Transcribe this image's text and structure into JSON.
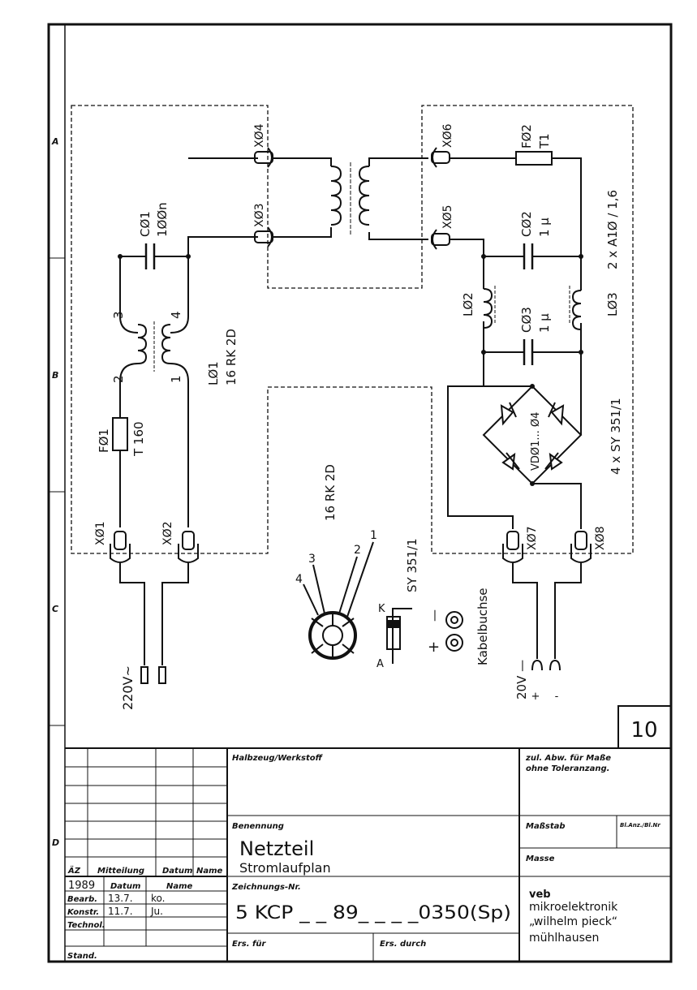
{
  "sheet": {
    "number": "10",
    "zone_letters": [
      "A",
      "B",
      "C",
      "D"
    ]
  },
  "schematic": {
    "left": {
      "c01_name": "CØ1",
      "c01_value": "1ØØn",
      "l01_name": "LØ1",
      "l01_type": "16 RK 2D",
      "pins": [
        "3",
        "4",
        "2",
        "1"
      ],
      "f01_name": "FØ1",
      "f01_value": "T 160",
      "x01": "XØ1",
      "x02": "XØ2",
      "x03": "XØ3",
      "x04": "XØ4",
      "supply": "220V~"
    },
    "right": {
      "x05": "XØ5",
      "x06": "XØ6",
      "f02_name": "FØ2",
      "f02_value": "T1",
      "wire_note": "2 x A1Ø / 1,6",
      "c02_name": "CØ2",
      "c02_value": "1 µ",
      "c03_name": "CØ3",
      "c03_value": "1 µ",
      "l02": "LØ2",
      "l03": "LØ3",
      "bridge_name": "VDØ1... Ø4",
      "bridge_type": "4 x SY 351/1",
      "x07": "XØ7",
      "x08": "XØ8",
      "output": "20V —",
      "plus": "+",
      "minus": "-"
    },
    "details": {
      "toroid_type": "16 RK 2D",
      "toroid_pins": [
        "4",
        "3",
        "2",
        "1"
      ],
      "diode_type": "SY 351/1",
      "diode_k": "K",
      "diode_a": "A",
      "socket_label": "Kabelbuchse",
      "socket_plus": "+",
      "socket_minus": "—"
    }
  },
  "title_block": {
    "halbzeug_label": "Halbzeug/Werkstoff",
    "tolerance_label_1": "zul. Abw. für Maße",
    "tolerance_label_2": "ohne Toleranzang.",
    "benennung_label": "Benennung",
    "title": "Netzteil",
    "subtitle": "Stromlaufplan",
    "massstab_label": "Maßstab",
    "blatt_label": "Bl.Anz./Bl.Nr",
    "masse_label": "Masse",
    "zeichnungs_label": "Zeichnungs-Nr.",
    "drawing_number": "5 KCP _ _ 89_ _ _ _0350(Sp)",
    "ers_fuer_label": "Ers. für",
    "ers_durch_label": "Ers. durch",
    "revision_headers": [
      "ÄZ",
      "Mitteilung",
      "Datum",
      "Name"
    ],
    "year": "1989",
    "datum_header": "Datum",
    "name_header": "Name",
    "rows": [
      {
        "label": "Bearb.",
        "date": "13.7.",
        "name": "ko."
      },
      {
        "label": "Konstr.",
        "date": "11.7.",
        "name": "Ju."
      },
      {
        "label": "Technol.",
        "date": "",
        "name": ""
      }
    ],
    "stand_label": "Stand.",
    "company_1": "veb",
    "company_2": "mikroelektronik",
    "company_3": "„wilhelm pieck“",
    "company_4": "mühlhausen"
  }
}
